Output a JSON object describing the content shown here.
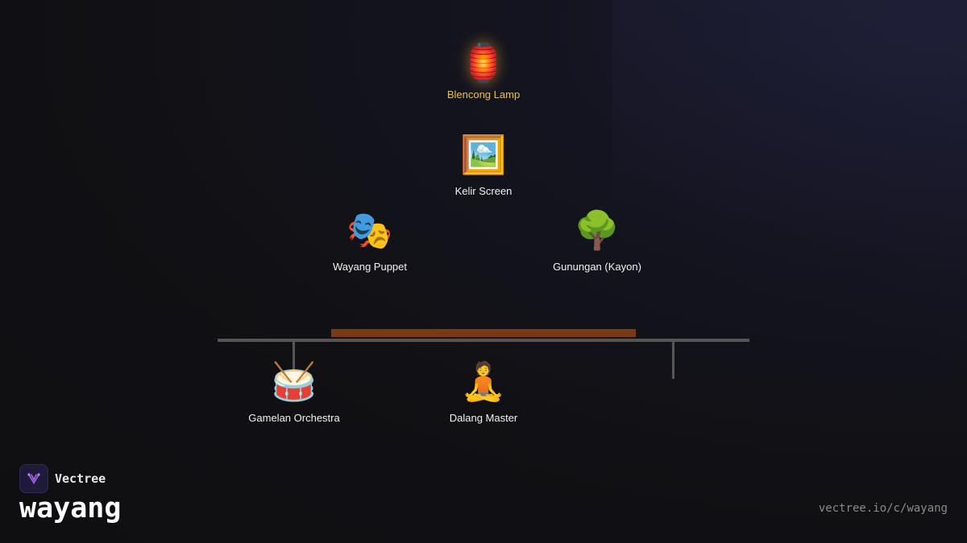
{
  "scene": {
    "nodes": {
      "lamp": {
        "label": "Blencong Lamp",
        "icon": "🏮",
        "icon_name": "lantern-icon"
      },
      "screen": {
        "label": "Kelir Screen",
        "icon": "🖼️",
        "icon_name": "framed-picture-icon"
      },
      "puppet": {
        "label": "Wayang Puppet",
        "icon": "🎭",
        "icon_name": "theater-masks-icon"
      },
      "gunungan": {
        "label": "Gunungan (Kayon)",
        "icon": "🌳",
        "icon_name": "tree-icon"
      },
      "gamelan": {
        "label": "Gamelan Orchestra",
        "icon": "🥁",
        "icon_name": "drum-icon"
      },
      "dalang": {
        "label": "Dalang Master",
        "icon": "🧘",
        "icon_name": "meditating-person-icon"
      }
    },
    "colors": {
      "lamp_label": "#f0c330",
      "stage_bar": "#7a3b14",
      "rail": "#555555"
    }
  },
  "footer": {
    "brand_name": "Vectree",
    "title": "wayang",
    "url": "vectree.io/c/wayang"
  }
}
